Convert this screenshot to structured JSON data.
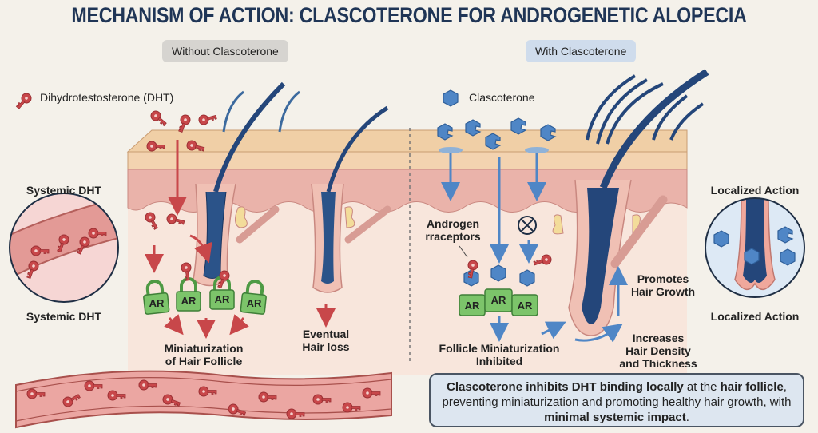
{
  "title": "MECHANISM OF ACTION: CLASCOTERONE FOR ANDROGENETIC ALOPECIA",
  "panels": {
    "left_label": "Without Clascoterone",
    "right_label": "With Clascoterone"
  },
  "legend": {
    "dht": {
      "label": "Dihydrotestosterone (DHT)",
      "icon": "key-icon"
    },
    "clascoterone": {
      "label": "Clascoterone",
      "icon": "hexagon-icon"
    }
  },
  "left": {
    "systemic_top": "Systemic DHT",
    "systemic_bottom": "Systemic DHT",
    "receptor_label": "AR",
    "miniaturization": [
      "Miniaturization",
      "of Hair Follicle"
    ],
    "hair_loss": [
      "Eventual",
      "Hair loss"
    ]
  },
  "right": {
    "androgen_receptors": [
      "Androgen",
      "rraceptors"
    ],
    "receptor_label": "AR",
    "inhibited": [
      "Follicle Miniaturization",
      "Inhibited"
    ],
    "promotes": [
      "Promotes",
      "Hair Growth"
    ],
    "increases": [
      "Increases",
      "Hair Density",
      "and Thickness"
    ],
    "localized_top": "Localized Action",
    "localized_bottom": "Localized Action"
  },
  "summary": {
    "parts": [
      {
        "text": "Clascoterone inhibits DHT binding locally",
        "bold": true
      },
      {
        "text": " at the ",
        "bold": false
      },
      {
        "text": "hair follicle",
        "bold": true
      },
      {
        "text": ", preventing miniaturization and promoting healthy hair growth, with ",
        "bold": false
      },
      {
        "text": "minimal systemic impact",
        "bold": true
      },
      {
        "text": ".",
        "bold": false
      }
    ]
  },
  "colors": {
    "title": "#1f3556",
    "dht_red": "#c8474a",
    "clascoterone_blue": "#4f86c6",
    "receptor_green": "#6dbb5e",
    "hair_navy": "#24467a",
    "skin_top": "#f0cfa6",
    "dermis_pink": "#eab3aa"
  }
}
